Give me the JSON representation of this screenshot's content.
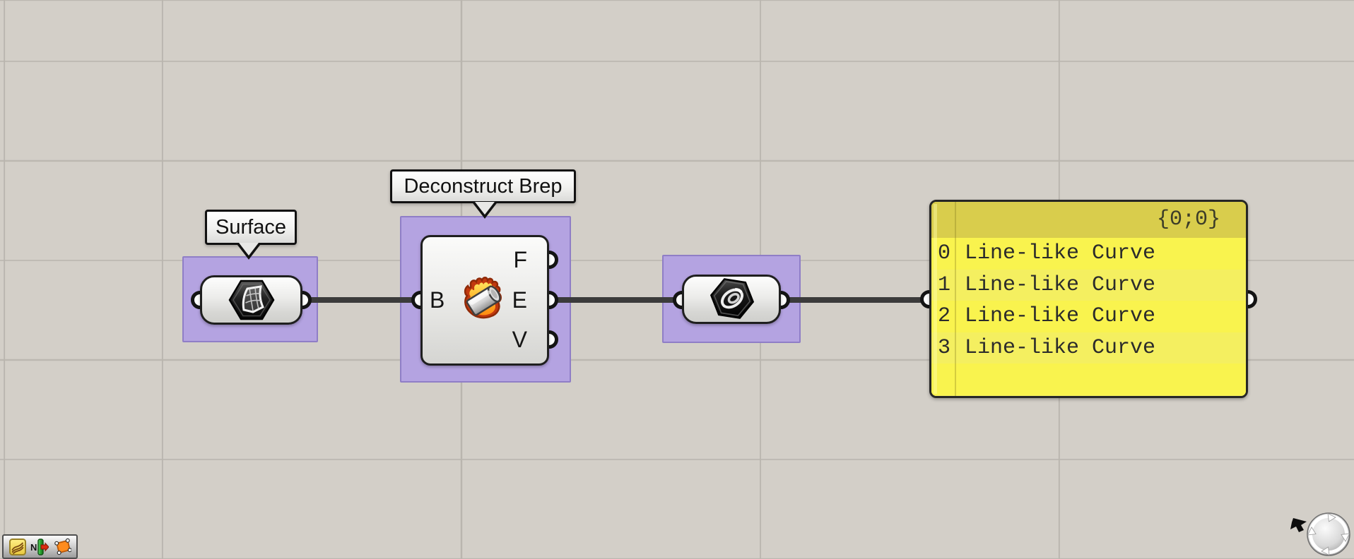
{
  "canvas": {
    "background_color": "#d3cfc8",
    "grid_line_color": "#bcb8b1",
    "wire_color": "#3b3b3b",
    "selection_fill": "#b4a3e1",
    "selection_border": "#8f7ec6"
  },
  "tooltips": {
    "surface": "Surface",
    "deconstruct_brep": "Deconstruct Brep"
  },
  "deconstruct": {
    "input": "B",
    "outputs": [
      "F",
      "E",
      "V"
    ]
  },
  "panel": {
    "header": "{0;0}",
    "rows": [
      {
        "index": "0",
        "value": "Line-like Curve"
      },
      {
        "index": "1",
        "value": "Line-like Curve"
      },
      {
        "index": "2",
        "value": "Line-like Curve"
      },
      {
        "index": "3",
        "value": "Line-like Curve"
      }
    ],
    "colors": {
      "header": "#d9cd4c",
      "row_even": "#f9f34e",
      "row_odd": "#f4ef60"
    }
  },
  "icons": {
    "surface": "surface-patch-icon",
    "deconstruct": "burning-brep-icon",
    "curve": "curve-spiral-icon",
    "toolbar": [
      "scribble-icon",
      "n-arrow-icon",
      "quad-points-icon"
    ],
    "navigation": "navigation-ball-icon"
  }
}
